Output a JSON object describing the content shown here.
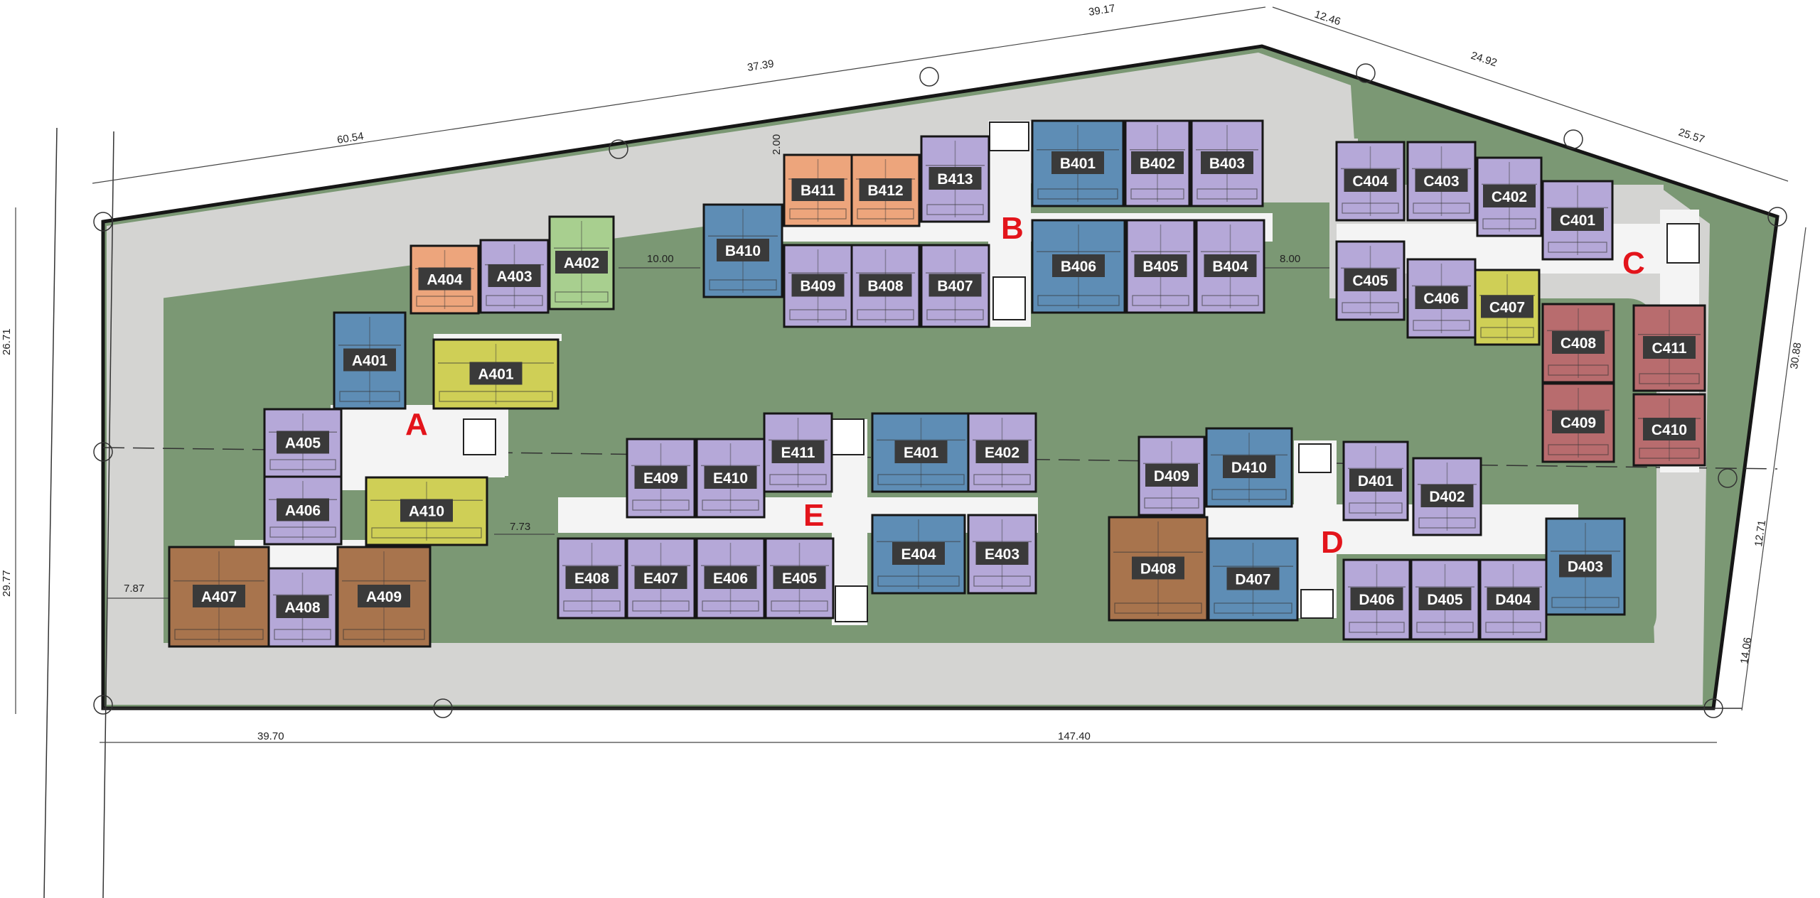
{
  "colors": {
    "site_green": "#7b9874",
    "road_grey": "#d4d4d2",
    "corridor": "#f4f4f4",
    "outline": "#161616",
    "block_label": "#e3141b",
    "label_bg": "#3a3a3a",
    "label_text": "#ffffff",
    "unit_purple": "#b5a8d8",
    "unit_blue": "#5e8db5",
    "unit_orange": "#eda57c",
    "unit_brown": "#a8744d",
    "unit_green": "#a8cf8f",
    "unit_yellow": "#cfcf56",
    "unit_red": "#b86c6e"
  },
  "dimensions": [
    "39.17",
    "12.46",
    "37.39",
    "24.92",
    "60.54",
    "25.57",
    "2.00",
    "10.00",
    "8.00",
    "26.71",
    "30.88",
    "29.77",
    "12.71",
    "7.73",
    "7.87",
    "14.06",
    "39.70",
    "147.40"
  ],
  "blocks": [
    {
      "label": "A",
      "units": [
        {
          "code": "A401",
          "type": "blue"
        },
        {
          "code": "A401",
          "type": "yellow"
        },
        {
          "code": "A402",
          "type": "green"
        },
        {
          "code": "A403",
          "type": "purple"
        },
        {
          "code": "A404",
          "type": "orange"
        },
        {
          "code": "A405",
          "type": "purple"
        },
        {
          "code": "A406",
          "type": "purple"
        },
        {
          "code": "A407",
          "type": "brown"
        },
        {
          "code": "A408",
          "type": "purple"
        },
        {
          "code": "A409",
          "type": "brown"
        },
        {
          "code": "A410",
          "type": "yellow"
        }
      ]
    },
    {
      "label": "B",
      "units": [
        {
          "code": "B401",
          "type": "blue"
        },
        {
          "code": "B402",
          "type": "purple"
        },
        {
          "code": "B403",
          "type": "purple"
        },
        {
          "code": "B404",
          "type": "purple"
        },
        {
          "code": "B405",
          "type": "purple"
        },
        {
          "code": "B406",
          "type": "blue"
        },
        {
          "code": "B407",
          "type": "purple"
        },
        {
          "code": "B408",
          "type": "purple"
        },
        {
          "code": "B409",
          "type": "purple"
        },
        {
          "code": "B410",
          "type": "blue"
        },
        {
          "code": "B411",
          "type": "orange"
        },
        {
          "code": "B412",
          "type": "orange"
        },
        {
          "code": "B413",
          "type": "purple"
        }
      ]
    },
    {
      "label": "C",
      "units": [
        {
          "code": "C401",
          "type": "purple"
        },
        {
          "code": "C402",
          "type": "purple"
        },
        {
          "code": "C403",
          "type": "purple"
        },
        {
          "code": "C404",
          "type": "purple"
        },
        {
          "code": "C405",
          "type": "purple"
        },
        {
          "code": "C406",
          "type": "purple"
        },
        {
          "code": "C407",
          "type": "yellow"
        },
        {
          "code": "C408",
          "type": "red"
        },
        {
          "code": "C409",
          "type": "red"
        },
        {
          "code": "C410",
          "type": "red"
        },
        {
          "code": "C411",
          "type": "red"
        }
      ]
    },
    {
      "label": "D",
      "units": [
        {
          "code": "D401",
          "type": "purple"
        },
        {
          "code": "D402",
          "type": "purple"
        },
        {
          "code": "D403",
          "type": "blue"
        },
        {
          "code": "D404",
          "type": "purple"
        },
        {
          "code": "D405",
          "type": "purple"
        },
        {
          "code": "D406",
          "type": "purple"
        },
        {
          "code": "D407",
          "type": "blue"
        },
        {
          "code": "D408",
          "type": "brown"
        },
        {
          "code": "D409",
          "type": "purple"
        },
        {
          "code": "D410",
          "type": "blue"
        }
      ]
    },
    {
      "label": "E",
      "units": [
        {
          "code": "E401",
          "type": "blue"
        },
        {
          "code": "E402",
          "type": "purple"
        },
        {
          "code": "E403",
          "type": "purple"
        },
        {
          "code": "E404",
          "type": "blue"
        },
        {
          "code": "E405",
          "type": "purple"
        },
        {
          "code": "E406",
          "type": "purple"
        },
        {
          "code": "E407",
          "type": "purple"
        },
        {
          "code": "E408",
          "type": "purple"
        },
        {
          "code": "E409",
          "type": "purple"
        },
        {
          "code": "E410",
          "type": "purple"
        },
        {
          "code": "E411",
          "type": "purple"
        }
      ]
    }
  ]
}
